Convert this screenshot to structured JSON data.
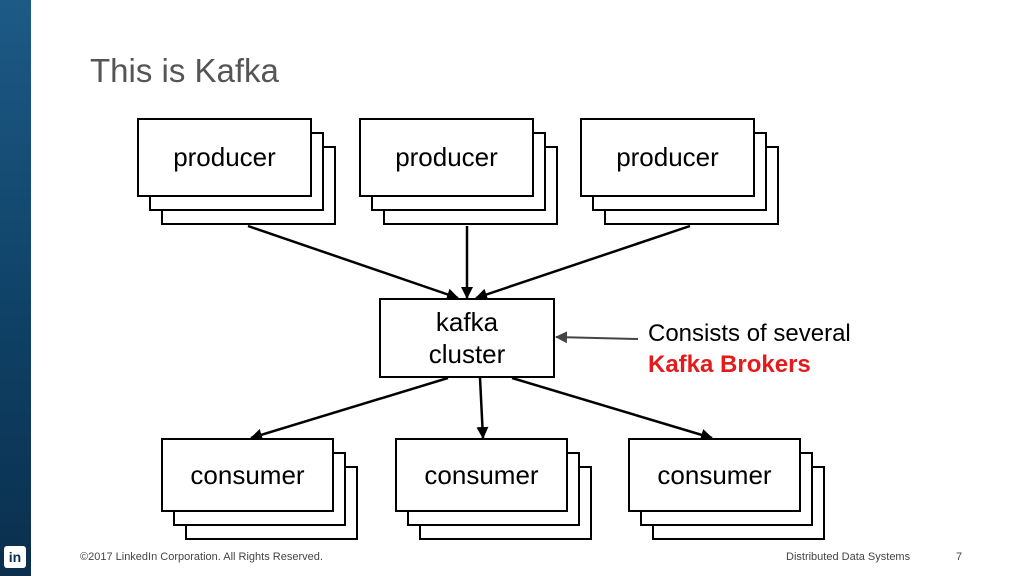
{
  "slide": {
    "title": "This is Kafka"
  },
  "diagram": {
    "producers": [
      "producer",
      "producer",
      "producer"
    ],
    "cluster": {
      "line1": "kafka",
      "line2": "cluster"
    },
    "consumers": [
      "consumer",
      "consumer",
      "consumer"
    ],
    "annotation": {
      "line1": "Consists of several",
      "line2": "Kafka Brokers",
      "highlight_color": "#e31b1b"
    }
  },
  "footer": {
    "copyright": "©2017 LinkedIn Corporation. All Rights Reserved.",
    "section": "Distributed Data Systems",
    "page_number": "7"
  },
  "colors": {
    "accent_bar": "#0e3f63",
    "title": "#555555"
  },
  "icons": {
    "logo": "linkedin-logo-icon"
  }
}
